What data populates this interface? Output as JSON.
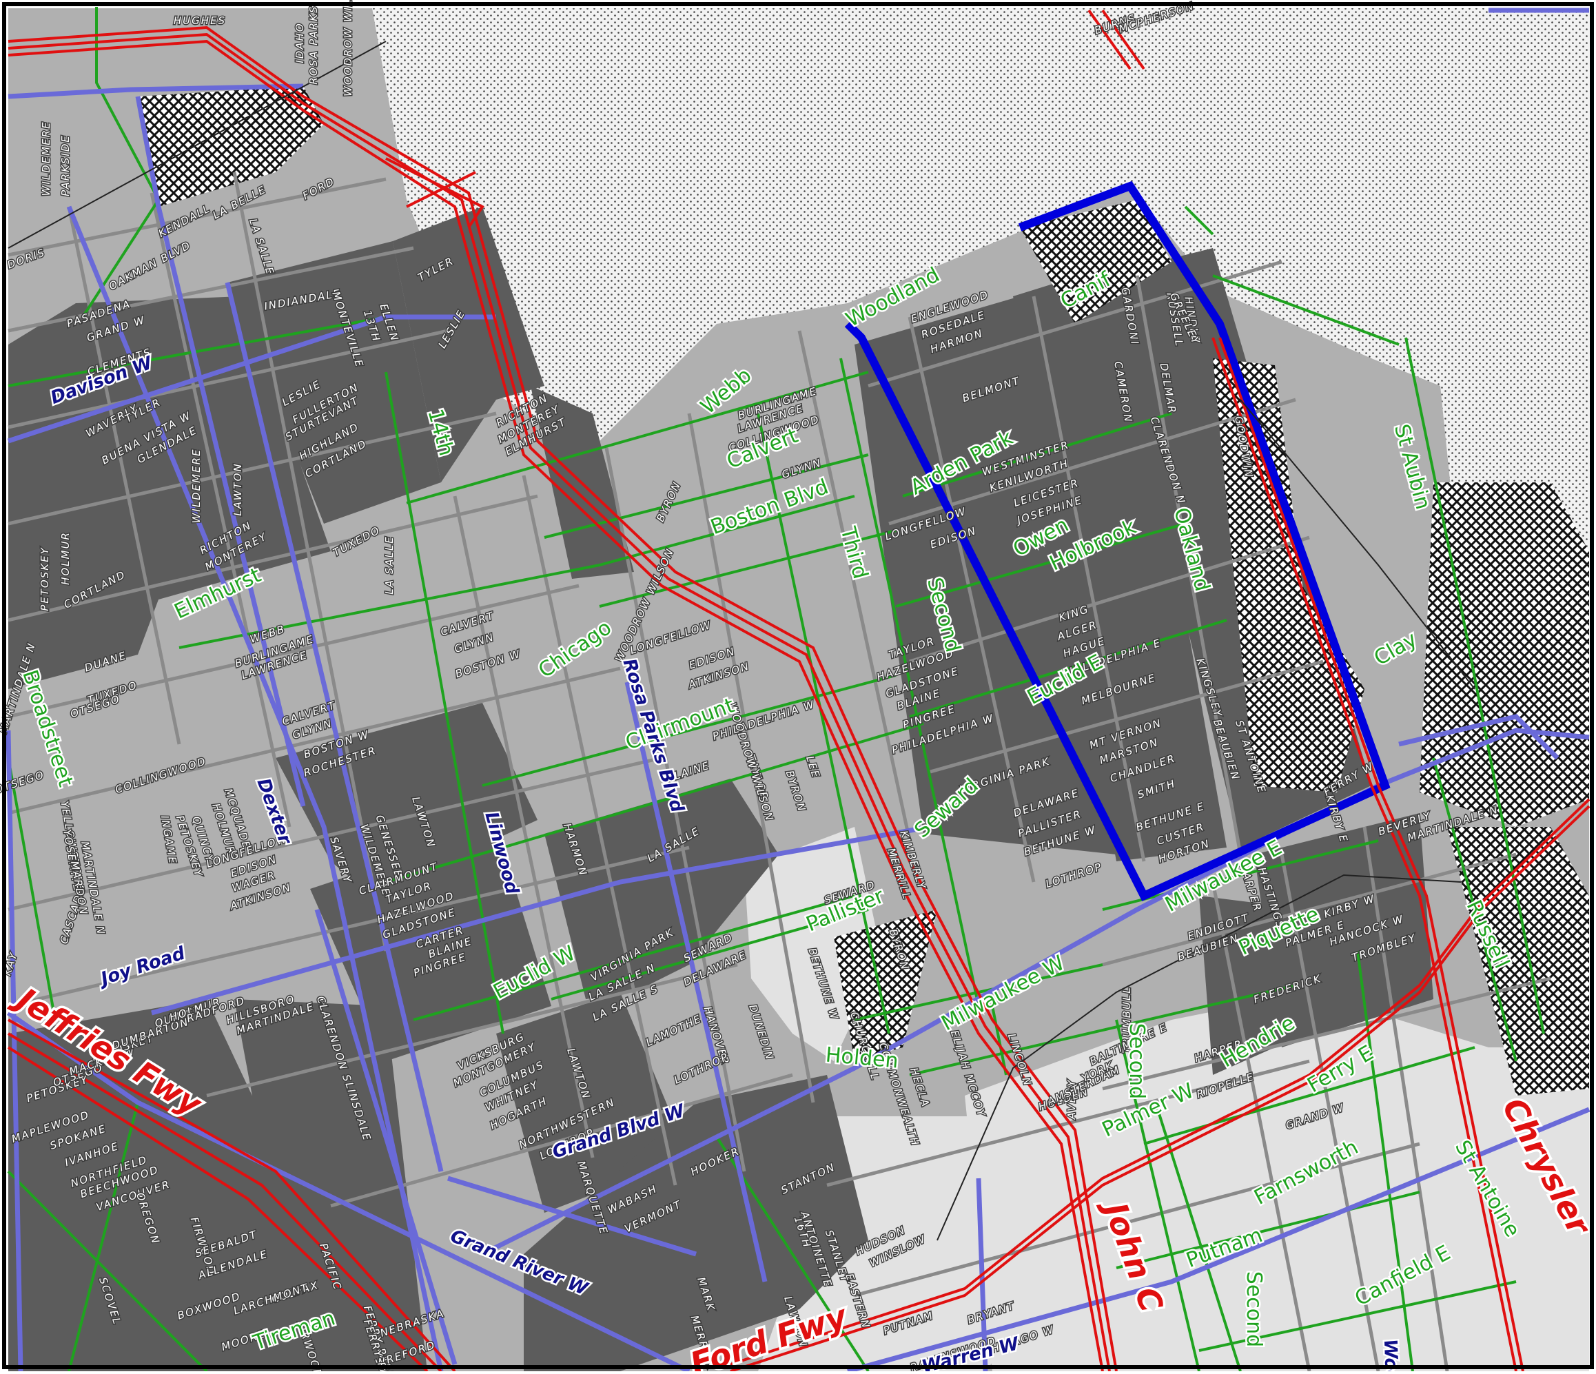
{
  "map": {
    "colors": {
      "light_block": "#b0b0b0",
      "dark_block": "#5c5c5c",
      "white_area": "#e2e2e2",
      "freeway": "#e01010",
      "major_road": "#6a6ad8",
      "collector": "#1fa31f",
      "boundary": "#0000dd",
      "street": "#8a8a8a",
      "label_minor": "#ffffff"
    },
    "freeway_labels": [
      "Jeffries Fwy",
      "Ford Fwy",
      "John C",
      "Chrysler"
    ],
    "major_road_labels": [
      "Davison W",
      "Dexter",
      "Linwood",
      "Rosa Parks Blvd",
      "Joy Road",
      "Grand Blvd W",
      "Grand River W",
      "Warren W",
      "Woo"
    ],
    "collector_labels": [
      "Webb",
      "Calvert",
      "Boston Blvd",
      "Chicago",
      "Clairmount",
      "Elmhurst",
      "14th",
      "Broadstreet",
      "Euclid W",
      "Third",
      "Second",
      "Seward",
      "Pallister",
      "Holden",
      "Milwaukee W",
      "Milwaukee E",
      "Woodland",
      "Arden Park",
      "Owen",
      "Holbrook",
      "Oakland",
      "Euclid E",
      "Piquette",
      "Hendrie",
      "Ferry E",
      "Palmer W",
      "Farnsworth",
      "Putnam",
      "Canfield E",
      "St Antoine",
      "St Aubin",
      "Clay",
      "Russell",
      "Tireman",
      "Canif",
      "Second",
      "Second"
    ],
    "street_labels": [
      "HUGHES",
      "WOODROW WILSON",
      "ROSA PARKS",
      "IDAHO",
      "PARKSIDE",
      "WILDEMERE",
      "KENDALL",
      "LA BELLE",
      "FORD",
      "OAKMAN BLVD",
      "LA SALLE",
      "DORIS",
      "PASADENA",
      "GRAND W",
      "CLEMENTS",
      "INDIANDALE",
      "MONTEVILLE",
      "13TH",
      "ELLEN",
      "TYLER",
      "LESLIE",
      "WAVERLY",
      "TYLER",
      "BUENA VISTA W",
      "GLENDALE",
      "LESLIE",
      "FULLERTON",
      "STURTEVANT",
      "HIGHLAND",
      "CORTLAND",
      "RICHTON",
      "MONTEREY",
      "ELMHURST",
      "LAWTON",
      "WILDEMERE",
      "HOLMUR",
      "PETOSKEY",
      "RICHTON",
      "MONTEREY",
      "TUXEDO",
      "LA SALLE",
      "CORTLAND",
      "WOODROW WILSON",
      "BYRON",
      "BURLINGAME",
      "LAWRENCE",
      "COLLINGWOOD",
      "GLYNN",
      "WEBB",
      "BURLINGAME",
      "LAWRENCE",
      "CALVERT",
      "GLYNN",
      "BOSTON W",
      "LONGFELLOW",
      "EDISON",
      "ATKINSON",
      "DUANE",
      "TUXEDO",
      "OTSEGO",
      "MARTINDALE N",
      "CALVERT",
      "GLYNN",
      "BOSTON W",
      "ROCHESTER",
      "COLLINGWOOD",
      "MCQUADE",
      "HOLMUR",
      "QUINCY",
      "PETOSKEY",
      "LONGFELLOW",
      "EDISON",
      "WAGER",
      "ATKINSON",
      "SAVERY",
      "WILDEMERE",
      "GENESSEE",
      "LAWTON",
      "CLAIRMOUNT",
      "TAYLOR",
      "HAZELWOOD",
      "GLADSTONE",
      "CARTER",
      "BLAINE",
      "PINGREE",
      "PHILADELPHIA W",
      "TAYLOR",
      "WOODROW WILSON",
      "LEE",
      "BYRON",
      "HARMON",
      "LA SALLE",
      "BLAINE",
      "VIRGINIA PARK",
      "SEWARD",
      "DELAWARE",
      "LA SALLE N",
      "LA SALLE S",
      "LAMOTHE",
      "HANOVER",
      "DUNEDIN",
      "LOTHROP",
      "VICKSBURG",
      "MONTGOMERY",
      "COLUMBUS",
      "WHITNEY",
      "HOGARTH",
      "LAWTON",
      "NORTHWESTERN",
      "LOTHROP",
      "ENGLEWOOD",
      "ROSEDALE",
      "HARMON",
      "BELMONT",
      "WESTMINSTER",
      "KENILWORTH",
      "LEICESTER",
      "JOSEPHINE",
      "LONGFELLOW",
      "EDISON",
      "TAYLOR",
      "HAZELWOOD",
      "GLADSTONE",
      "BLAINE",
      "PINGREE",
      "PHILADELPHIA W",
      "VIRGINIA PARK",
      "DELAWARE",
      "PALLISTER",
      "BETHUNE W",
      "LOTHROP",
      "KING",
      "ALGER",
      "HAGUE",
      "PHILADELPHIA E",
      "MELBOURNE",
      "MT VERNON",
      "MARSTON",
      "CHANDLER",
      "SMITH",
      "BETHUNE E",
      "CUSTER",
      "HORTON",
      "KINGSLEY",
      "BEAUBIEN",
      "ST ANTOINE",
      "GARDONI",
      "RUSSELL",
      "HINDLE",
      "CAMERON",
      "DELMAR",
      "GREELEY",
      "GOODWIN",
      "BURNS",
      "MCPHERSON",
      "SEWARD",
      "MERRILL",
      "BETHUNE W",
      "BYRON",
      "CHURCHILL",
      "TRUMBULL",
      "AVERY",
      "HECLA",
      "COMMONWEALTH",
      "LINCOLN",
      "ELIJAH MCCOY",
      "HOLDEN",
      "AMSTERDAM",
      "YORK",
      "BALTIMORE E",
      "ENDICOTT",
      "BEAUBIEN",
      "HARPER",
      "HASTINGS",
      "PALMER E",
      "KIRBY E",
      "FREDERICK",
      "FERRY W",
      "KIRBY W",
      "HANCOCK W",
      "TROMBLEY",
      "HARPER",
      "RIOPELLE",
      "GRAND W",
      "BEVERLY",
      "MARTINDALE N",
      "CLARENDON N",
      "KIMBERLY",
      "PETOSKEY",
      "OTSEGO",
      "MACKINAW",
      "PETOSKEY",
      "DUMBARTON",
      "QUINCY",
      "HOLMUR",
      "RADFORD",
      "HILLSBORO",
      "MARTINDALE S",
      "CLARENDON S",
      "LINSDALE",
      "MAPLEWOOD",
      "SPOKANE",
      "IVANHOE",
      "NORTHFIELD",
      "BEECHWOOD",
      "VANCOUVER",
      "OREGON",
      "FIRWOOD",
      "SEEBALDT",
      "ALLENDALE",
      "PACIFIC",
      "COLFAX",
      "LARCHMONT",
      "BOXWOOD",
      "SCOVEL",
      "MOORE",
      "FIRWOOD",
      "FERRY PARK",
      "NEBRASKA",
      "WREFORD",
      "FERRY PARK",
      "MARQUETTE",
      "WABASH",
      "VERMONT",
      "HOOKER",
      "STANTON",
      "16TH",
      "ANTOINETTE",
      "STANLEY",
      "HUDSON",
      "WINSLOW",
      "LAWTON",
      "EASTERN",
      "MARK",
      "MERRICK",
      "PUTNAM",
      "BRYANT",
      "CHICAGO W",
      "RAVENSWOOD",
      "KAY",
      "CASCADE",
      "YELLOWSTONE",
      "YOSEMITE",
      "MARDON",
      "MARTINDALE N",
      "INGAME",
      "OTSEGO"
    ]
  }
}
